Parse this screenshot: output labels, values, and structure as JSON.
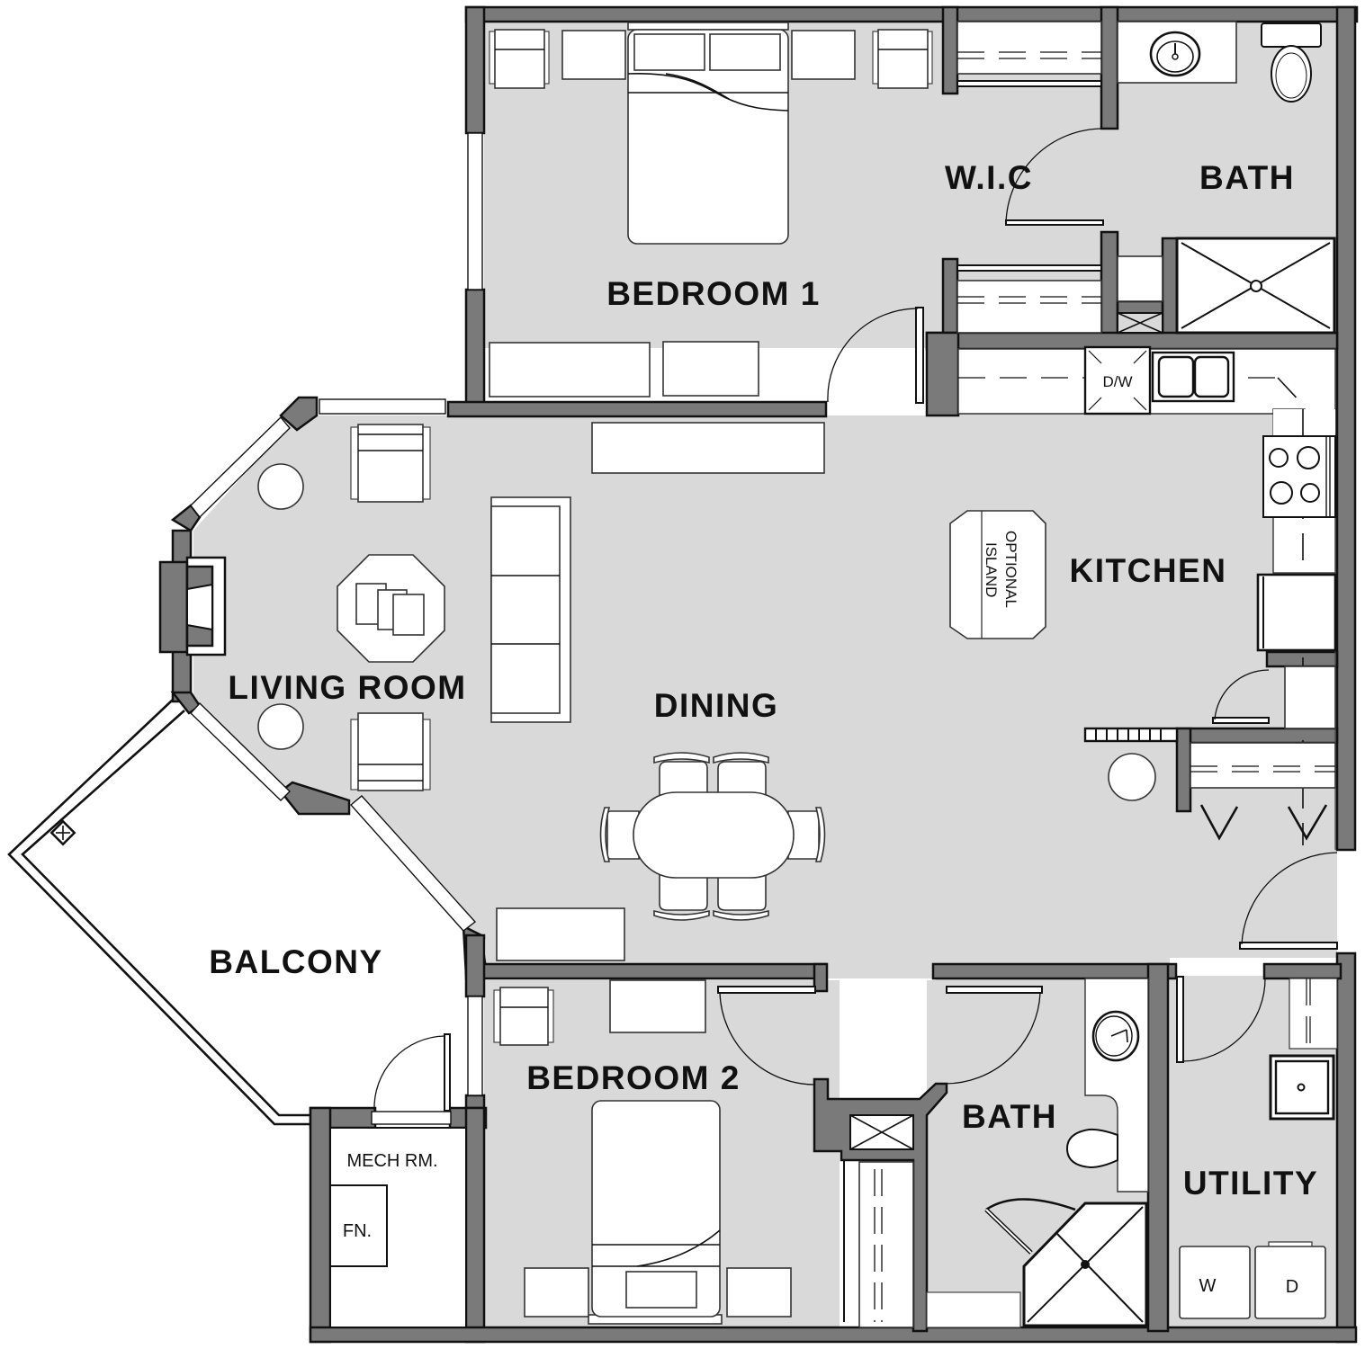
{
  "colors": {
    "floor": "#d8d9d8",
    "wall": "#7a7a7a",
    "outline": "#111111",
    "fixture": "#ffffff"
  },
  "rooms": {
    "bedroom1": "BEDROOM 1",
    "wic": "W.I.C",
    "bath1": "BATH",
    "living_room": "LIVING ROOM",
    "dining": "DINING",
    "kitchen": "KITCHEN",
    "balcony": "BALCONY",
    "bedroom2": "BEDROOM 2",
    "bath2": "BATH",
    "utility": "UTILITY",
    "mech_room": "MECH RM."
  },
  "fixtures": {
    "furnace": "FN.",
    "dishwasher": "D/W",
    "island_line1": "OPTIONAL",
    "island_line2": "ISLAND",
    "washer": "W",
    "dryer": "D"
  }
}
